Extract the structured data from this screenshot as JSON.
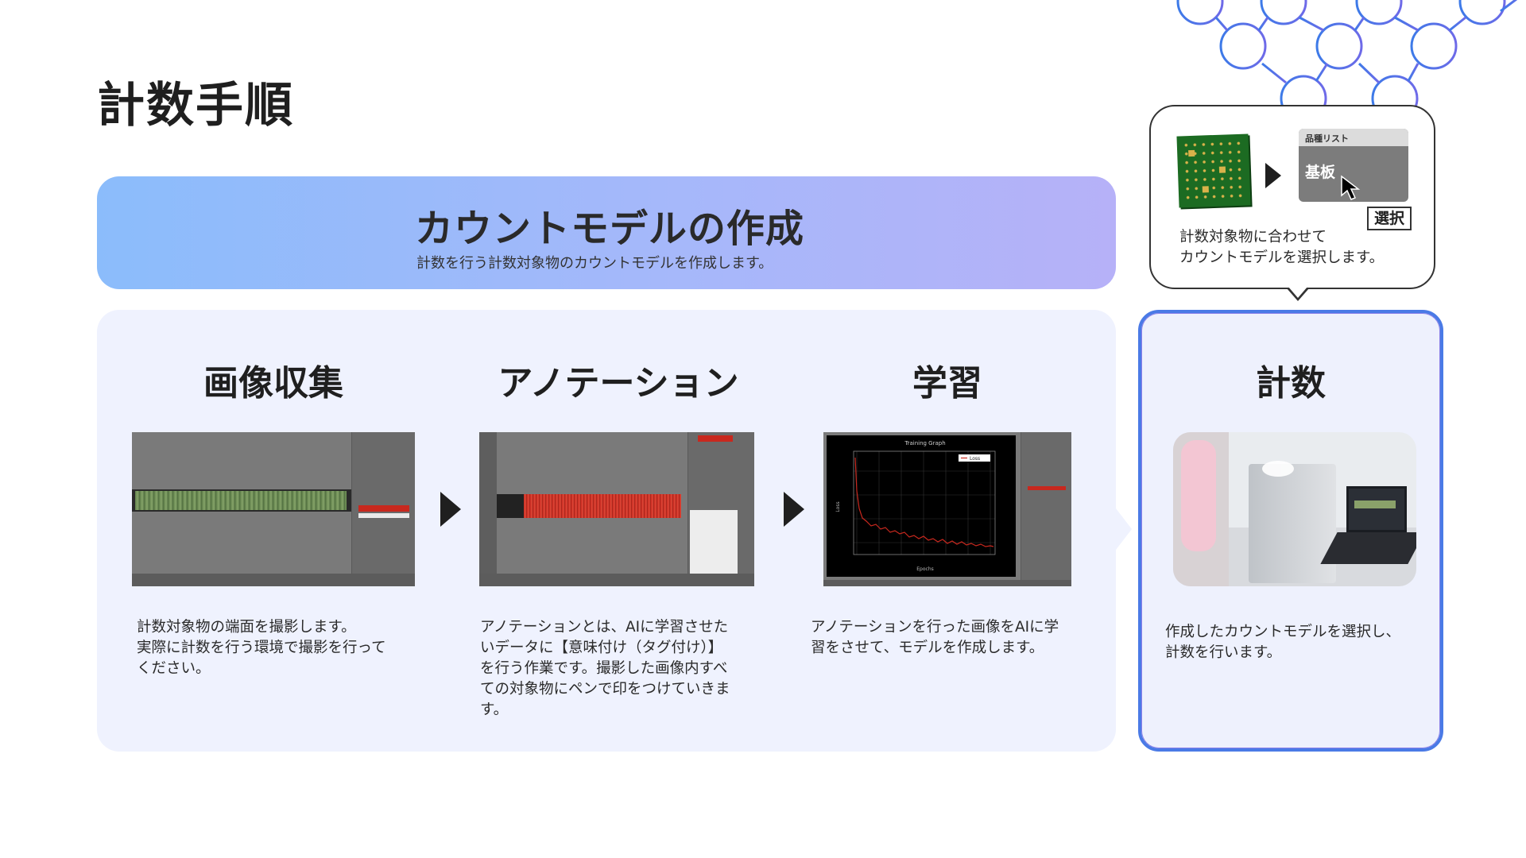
{
  "page": {
    "title": "計数手順"
  },
  "banner": {
    "title": "カウントモデルの作成",
    "subtitle": "計数を行う計数対象物のカウントモデルを作成します。"
  },
  "steps": [
    {
      "title": "画像収集",
      "description": [
        "計数対象物の端面を撮影します。",
        "実際に計数を行う環境で撮影を行って",
        "ください。"
      ]
    },
    {
      "title": "アノテーション",
      "description": [
        "アノテーションとは、AIに学習させた",
        "いデータに【意味付け（タグ付け）】",
        "を行う作業です。撮影した画像内すべ",
        "ての対象物にペンで印をつけていきま",
        "す。"
      ]
    },
    {
      "title": "学習",
      "description": [
        "アノテーションを行った画像をAIに学",
        "習をさせて、モデルを作成します。"
      ]
    }
  ],
  "training_graph": {
    "title": "Training Graph",
    "xlabel": "Epochs",
    "ylabel": "Loss",
    "legend": "Loss"
  },
  "counting": {
    "title": "計数",
    "description": [
      "作成したカウントモデルを選択し、",
      "計数を行います。"
    ]
  },
  "bubble": {
    "list_header": "品種リスト",
    "list_item": "基板",
    "select_label": "選択",
    "description": [
      "計数対象物に合わせて",
      "カウントモデルを選択します。"
    ]
  },
  "colors": {
    "banner_start": "#8bbcfb",
    "banner_end": "#b6b1f8",
    "panel": "#eff2fe",
    "count_border": "#4a7ae6",
    "pcb_green": "#1c6b22",
    "annotation_red": "#c8281e"
  }
}
